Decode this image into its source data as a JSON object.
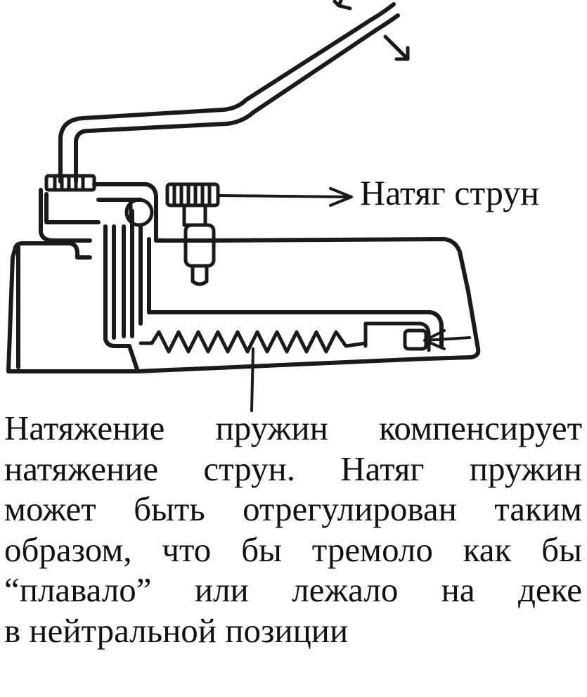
{
  "labels": {
    "string_tension": "Натяг струн"
  },
  "caption": {
    "lines": [
      "Натяжение пружин компенсирует",
      "натяжение струн. Натяг пружин",
      "может быть отрегулирован таким",
      "образом, что бы тремоло как бы",
      "“плавало” или лежало на деке",
      "в нейтральной позиции"
    ]
  },
  "colors": {
    "ink": "#1a1a1a",
    "paper": "#ffffff"
  },
  "icons": {
    "arrows": [
      "double-arrow-icon",
      "arrow-right-icon",
      "arrow-left-icon"
    ]
  }
}
